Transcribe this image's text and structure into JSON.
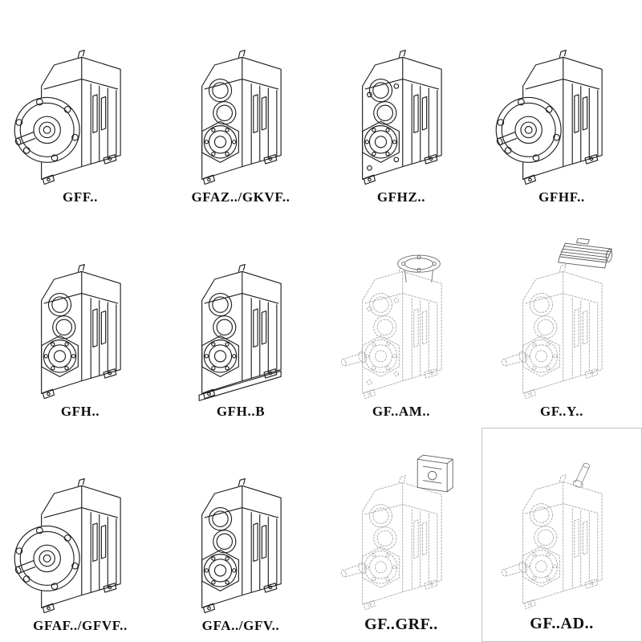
{
  "grid": {
    "items": [
      {
        "label": "GFF..",
        "drawing": "gearbox-output-flange-mounted"
      },
      {
        "label": "GFAZ../GKVF..",
        "drawing": "gearbox-hollow-shaft"
      },
      {
        "label": "GFHZ..",
        "drawing": "gearbox-hollow-shaft-shrink-disc"
      },
      {
        "label": "GFHF..",
        "drawing": "gearbox-hollow-shaft-flange"
      },
      {
        "label": "GFH..",
        "drawing": "gearbox-hollow-shaft-keyed"
      },
      {
        "label": "GFH..B",
        "drawing": "gearbox-hollow-shaft-foot-mounted"
      },
      {
        "label": "GF..AM..",
        "drawing": "gearbox-with-motor-adapter-flange"
      },
      {
        "label": "GF..Y..",
        "drawing": "gearbox-with-mounted-motor"
      },
      {
        "label": "GFAF../GFVF..",
        "drawing": "gearbox-flange-variant"
      },
      {
        "label": "GFA../GFV..",
        "drawing": "gearbox-shaft-variant"
      },
      {
        "label": "GF..GRF..",
        "drawing": "gearbox-with-adapter-box"
      },
      {
        "label": "GF..AD..",
        "drawing": "gearbox-with-input-shaft-assembly"
      }
    ]
  }
}
